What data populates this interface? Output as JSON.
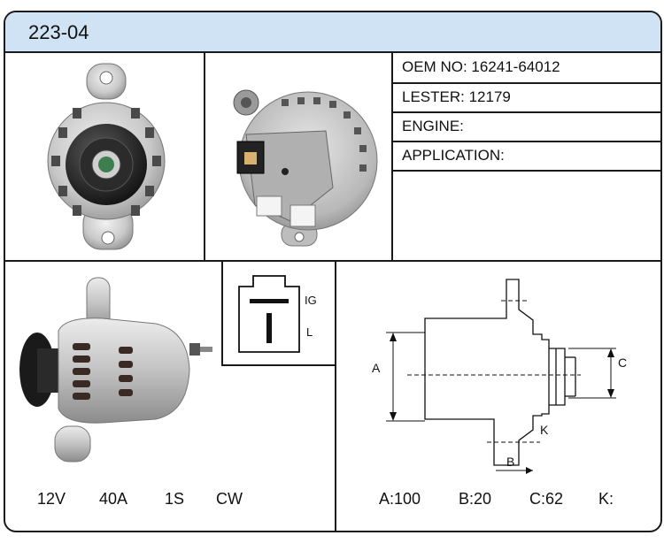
{
  "title": "223-04",
  "info": {
    "oem": "OEM NO: 16241-64012",
    "lester": "LESTER: 12179",
    "engine": "ENGINE:",
    "application": "APPLICATION:"
  },
  "plug": {
    "pin1": "IG",
    "pin2": "L"
  },
  "specs": {
    "voltage": "12V",
    "amperage": "40A",
    "pulley": "1S",
    "rotation": "CW"
  },
  "dimension_labels": {
    "a": "A",
    "b": "B",
    "c": "C",
    "k": "K"
  },
  "dimensions": {
    "a": "A:100",
    "b": "B:20",
    "c": "C:62",
    "k": "K:"
  },
  "colors": {
    "header": "#cfe3f5",
    "border": "#1a1a1a"
  }
}
